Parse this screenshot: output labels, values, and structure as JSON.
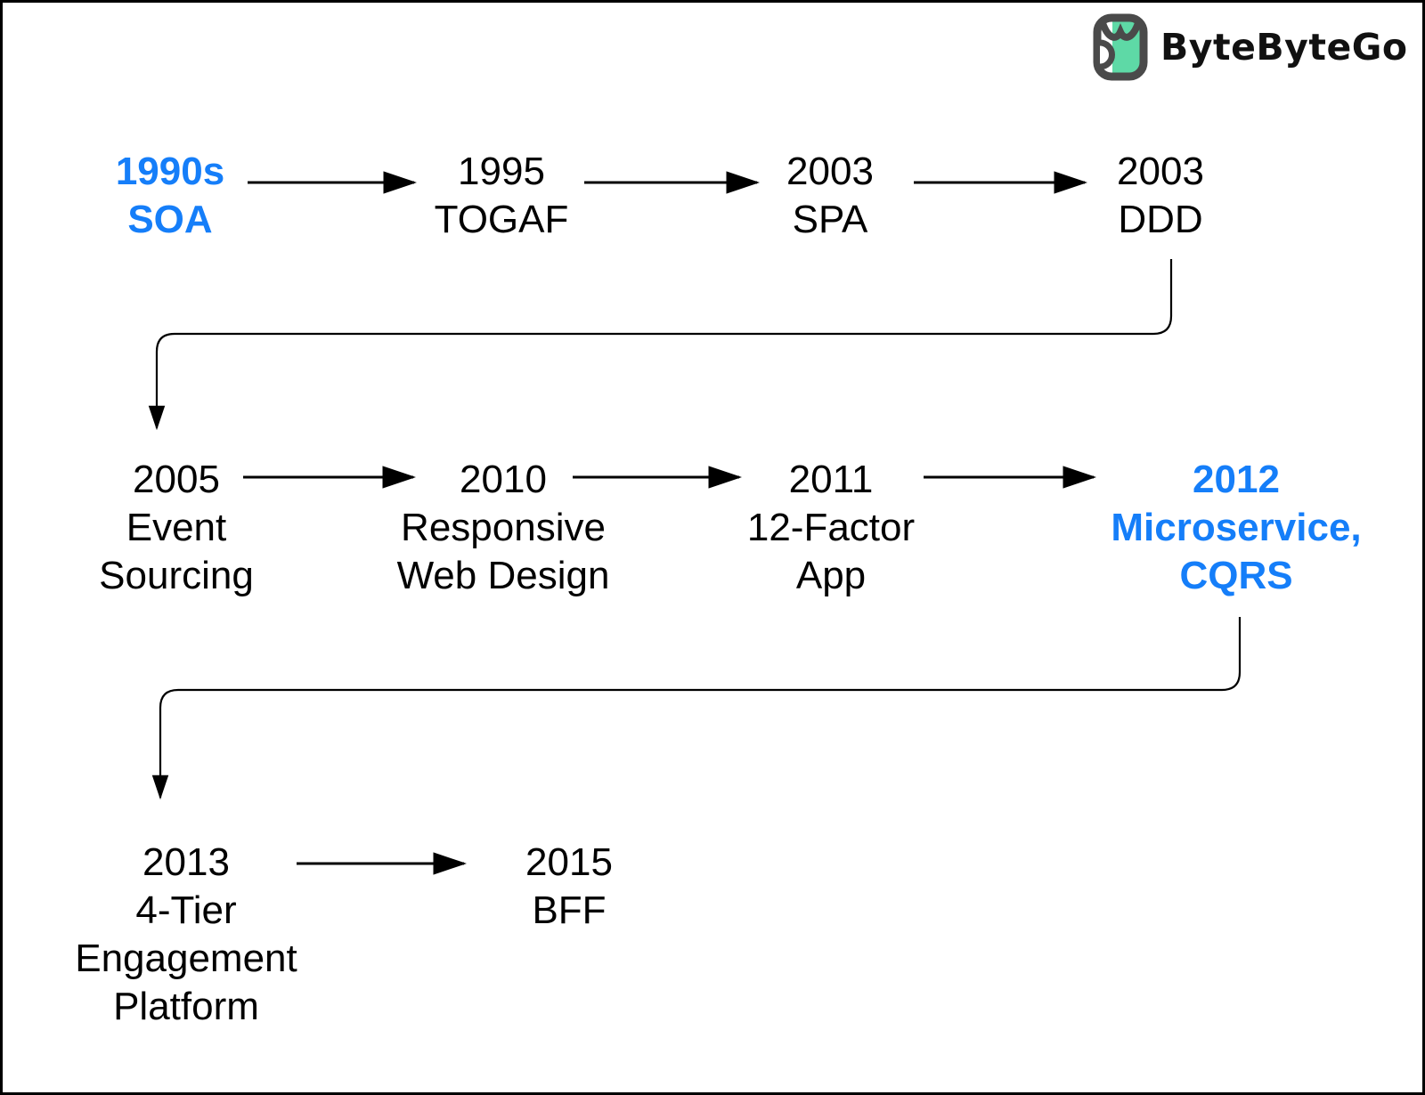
{
  "brand": {
    "name": "ByteByteGo",
    "icon": "owl-logo-icon",
    "icon_green": "#5ed9a6",
    "icon_dark": "#4a4a4a"
  },
  "colors": {
    "highlight": "#157ef9",
    "text": "#000000",
    "background": "#ffffff",
    "border": "#000000"
  },
  "timeline": {
    "rows": [
      {
        "nodes": [
          {
            "year": "1990s",
            "lines": [
              "SOA"
            ],
            "highlighted": true
          },
          {
            "year": "1995",
            "lines": [
              "TOGAF"
            ],
            "highlighted": false
          },
          {
            "year": "2003",
            "lines": [
              "SPA"
            ],
            "highlighted": false
          },
          {
            "year": "2003",
            "lines": [
              "DDD"
            ],
            "highlighted": false
          }
        ]
      },
      {
        "nodes": [
          {
            "year": "2005",
            "lines": [
              "Event",
              "Sourcing"
            ],
            "highlighted": false
          },
          {
            "year": "2010",
            "lines": [
              "Responsive",
              "Web Design"
            ],
            "highlighted": false
          },
          {
            "year": "2011",
            "lines": [
              "12-Factor",
              "App"
            ],
            "highlighted": false
          },
          {
            "year": "2012",
            "lines": [
              "Microservice,",
              "CQRS"
            ],
            "highlighted": true
          }
        ]
      },
      {
        "nodes": [
          {
            "year": "2013",
            "lines": [
              "4-Tier",
              "Engagement",
              "Platform"
            ],
            "highlighted": false
          },
          {
            "year": "2015",
            "lines": [
              "BFF"
            ],
            "highlighted": false
          }
        ]
      }
    ]
  }
}
